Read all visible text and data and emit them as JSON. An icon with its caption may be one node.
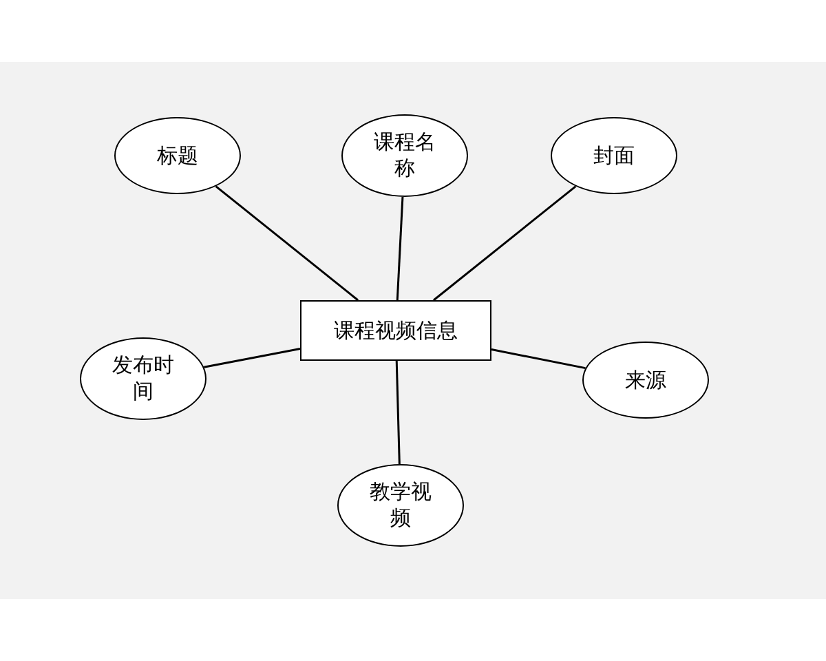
{
  "diagram": {
    "nodes": [
      {
        "text": [
          "课程视频信息"
        ]
      },
      {
        "text": [
          "标题"
        ]
      },
      {
        "text": [
          "课程名称"
        ]
      },
      {
        "text": [
          "封面"
        ]
      },
      {
        "text": [
          "发布时间"
        ]
      },
      {
        "text": [
          "来源"
        ]
      },
      {
        "text": [
          "教学视频"
        ]
      }
    ],
    "edges": [
      {
        "from": 0,
        "to": 1,
        "arrow": "none"
      },
      {
        "from": 0,
        "to": 2,
        "arrow": "none"
      },
      {
        "from": 0,
        "to": 3,
        "arrow": "none"
      },
      {
        "from": 0,
        "to": 4,
        "arrow": "none"
      },
      {
        "from": 0,
        "to": 5,
        "arrow": "none"
      },
      {
        "from": 0,
        "to": 6,
        "arrow": "none"
      }
    ]
  }
}
